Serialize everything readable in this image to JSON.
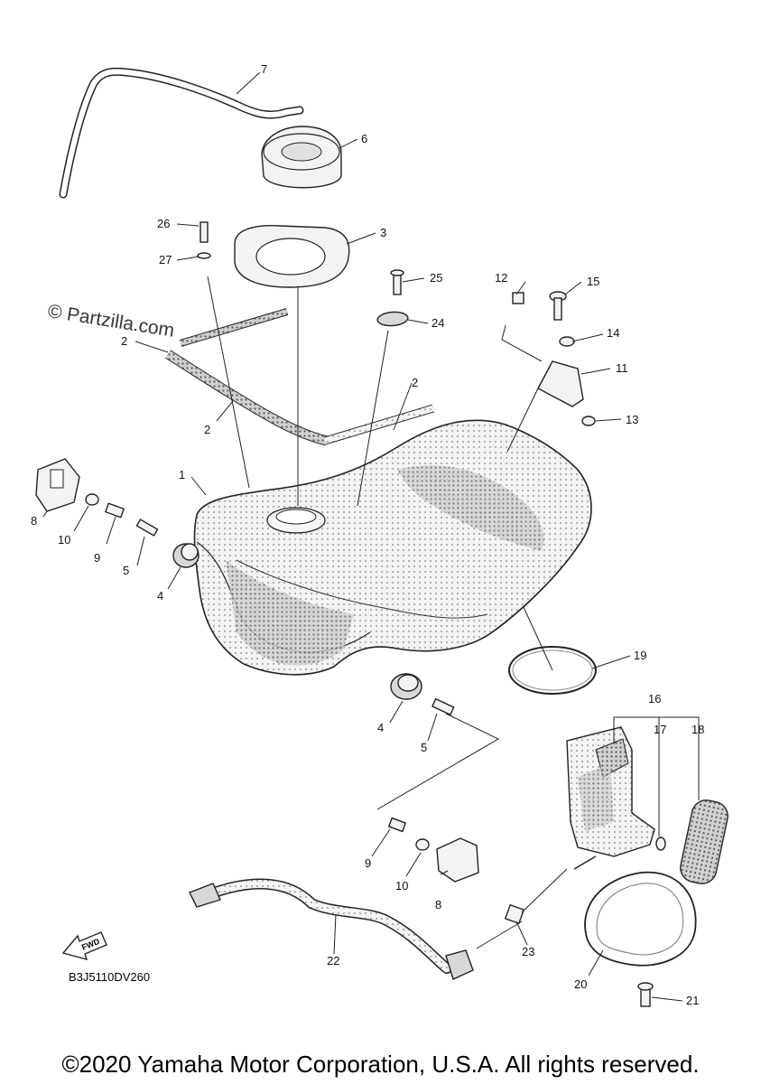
{
  "watermark": "© Partzilla.com",
  "drawing_code": "B3J5110DV260",
  "fwd_label": "FWD",
  "copyright": "©2020 Yamaha Motor Corporation, U.S.A. All rights reserved.",
  "callouts": {
    "c1": "1",
    "c2a": "2",
    "c2b": "2",
    "c2c": "2",
    "c3": "3",
    "c4a": "4",
    "c4b": "4",
    "c5a": "5",
    "c5b": "5",
    "c6": "6",
    "c7": "7",
    "c8a": "8",
    "c8b": "8",
    "c9a": "9",
    "c9b": "9",
    "c10a": "10",
    "c10b": "10",
    "c11": "11",
    "c12": "12",
    "c13": "13",
    "c14": "14",
    "c15": "15",
    "c16": "16",
    "c17": "17",
    "c18": "18",
    "c19": "19",
    "c20": "20",
    "c21": "21",
    "c22": "22",
    "c23": "23",
    "c24": "24",
    "c25": "25",
    "c26": "26",
    "c27": "27"
  }
}
